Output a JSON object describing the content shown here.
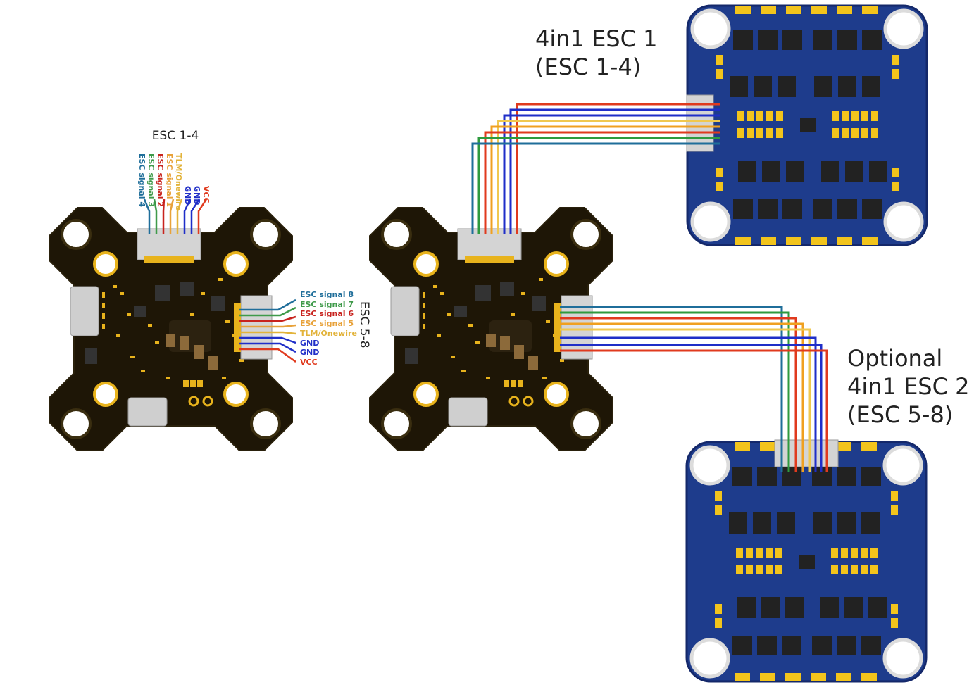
{
  "left_fc": {
    "top_header_title": "ESC 1-4",
    "top_pins": [
      {
        "label": "VCC",
        "color": "#e03a1e"
      },
      {
        "label": "GND",
        "color": "#1f2ec8"
      },
      {
        "label": "GND",
        "color": "#1f2ec8"
      },
      {
        "label": "TLM/Onewire",
        "color": "#e2b33a"
      },
      {
        "label": "ESC signal 1",
        "color": "#e8a23a"
      },
      {
        "label": "ESC signal 2",
        "color": "#c8231e"
      },
      {
        "label": "ESC signal 3",
        "color": "#3f9a4a"
      },
      {
        "label": "ESC signal 4",
        "color": "#1f6e9a"
      }
    ],
    "right_pins": [
      {
        "label": "ESC signal 8",
        "color": "#1f6e9a"
      },
      {
        "label": "ESC signal 7",
        "color": "#3f9a4a"
      },
      {
        "label": "ESC signal 6",
        "color": "#c8231e"
      },
      {
        "label": "ESC signal 5",
        "color": "#e8a23a"
      },
      {
        "label": "TLM/Onewire",
        "color": "#e2b33a"
      },
      {
        "label": "GND",
        "color": "#1f2ec8"
      },
      {
        "label": "GND",
        "color": "#1f2ec8"
      },
      {
        "label": "VCC",
        "color": "#e03a1e"
      }
    ]
  },
  "middle_fc": {
    "side_label": "ESC 5-8"
  },
  "esc1": {
    "label_line1": "4in1 ESC 1",
    "label_line2": "(ESC 1-4)"
  },
  "esc2": {
    "label_line1": "Optional",
    "label_line2": "4in1 ESC 2",
    "label_line3": "(ESC 5-8)"
  },
  "colors": {
    "fc_board": "#1e1606",
    "fc_pad": "#e8b31c",
    "esc_board": "#1e3c8c",
    "esc_pad": "#f2c41c",
    "connector": "#d4d4d4",
    "wire_blue": "#1f2ec8",
    "wire_red": "#e03a1e",
    "wire_green": "#2e9a3e",
    "wire_orange": "#f0a020",
    "wire_yellow": "#f0c850"
  }
}
